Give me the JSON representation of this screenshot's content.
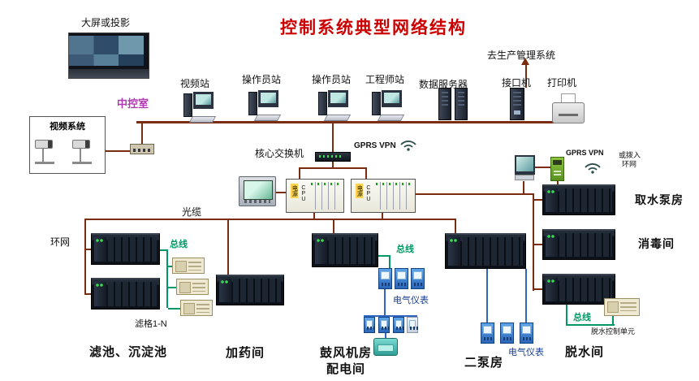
{
  "title": "控制系统典型网络结构",
  "control_room": {
    "big_screen_label": "大屏或投影",
    "room_label": "中控室",
    "video_system_label": "视频系统"
  },
  "stations": [
    {
      "label": "视频站",
      "icon": "computer-icon"
    },
    {
      "label": "操作员站",
      "icon": "computer-icon"
    },
    {
      "label": "操作员站",
      "icon": "computer-icon"
    },
    {
      "label": "工程师站",
      "icon": "computer-icon"
    },
    {
      "label": "数据服务器",
      "icon": "server-pair-icon"
    },
    {
      "label": "接口机",
      "icon": "tower-icon"
    },
    {
      "label": "打印机",
      "icon": "printer-icon"
    }
  ],
  "network": {
    "to_production_label": "去生产管理系统",
    "core_switch_label": "核心交换机",
    "gprs_vpn_center_label": "GPRS  VPN",
    "gprs_vpn_right_label": "GPRS  VPN",
    "dial_in_line1": "或拨入",
    "dial_in_line2": "环网",
    "optical_cable_label": "光缆",
    "ring_label": "环网"
  },
  "plc_rack": {
    "power_label": "电源",
    "cpu_label": "CPU"
  },
  "field_stations": {
    "intake_pump_label": "取水泵房",
    "disinfection_label": "消毒间",
    "filter_sediment_label": "滤池、沉淀池",
    "dosing_label": "加药间",
    "blower_label": "鼓风机房",
    "power_dist_label": "配电间",
    "second_pump_label": "二泵房",
    "dewatering_label": "脱水间"
  },
  "annotations": {
    "bus_left_label": "总线",
    "bus_center_label": "总线",
    "bus_right_label": "总线",
    "filter_grid_label": "滤格1-N",
    "meters_blower_label": "电气仪表",
    "meters_pump_label": "电气仪表",
    "dewatering_unit_label": "脱水控制单元"
  },
  "colors": {
    "line": "#7b2d12",
    "bus_green": "#009966",
    "meter_blue": "#2f66c4",
    "title_red": "#cc0000",
    "control_room_purple": "#b03ab0"
  }
}
